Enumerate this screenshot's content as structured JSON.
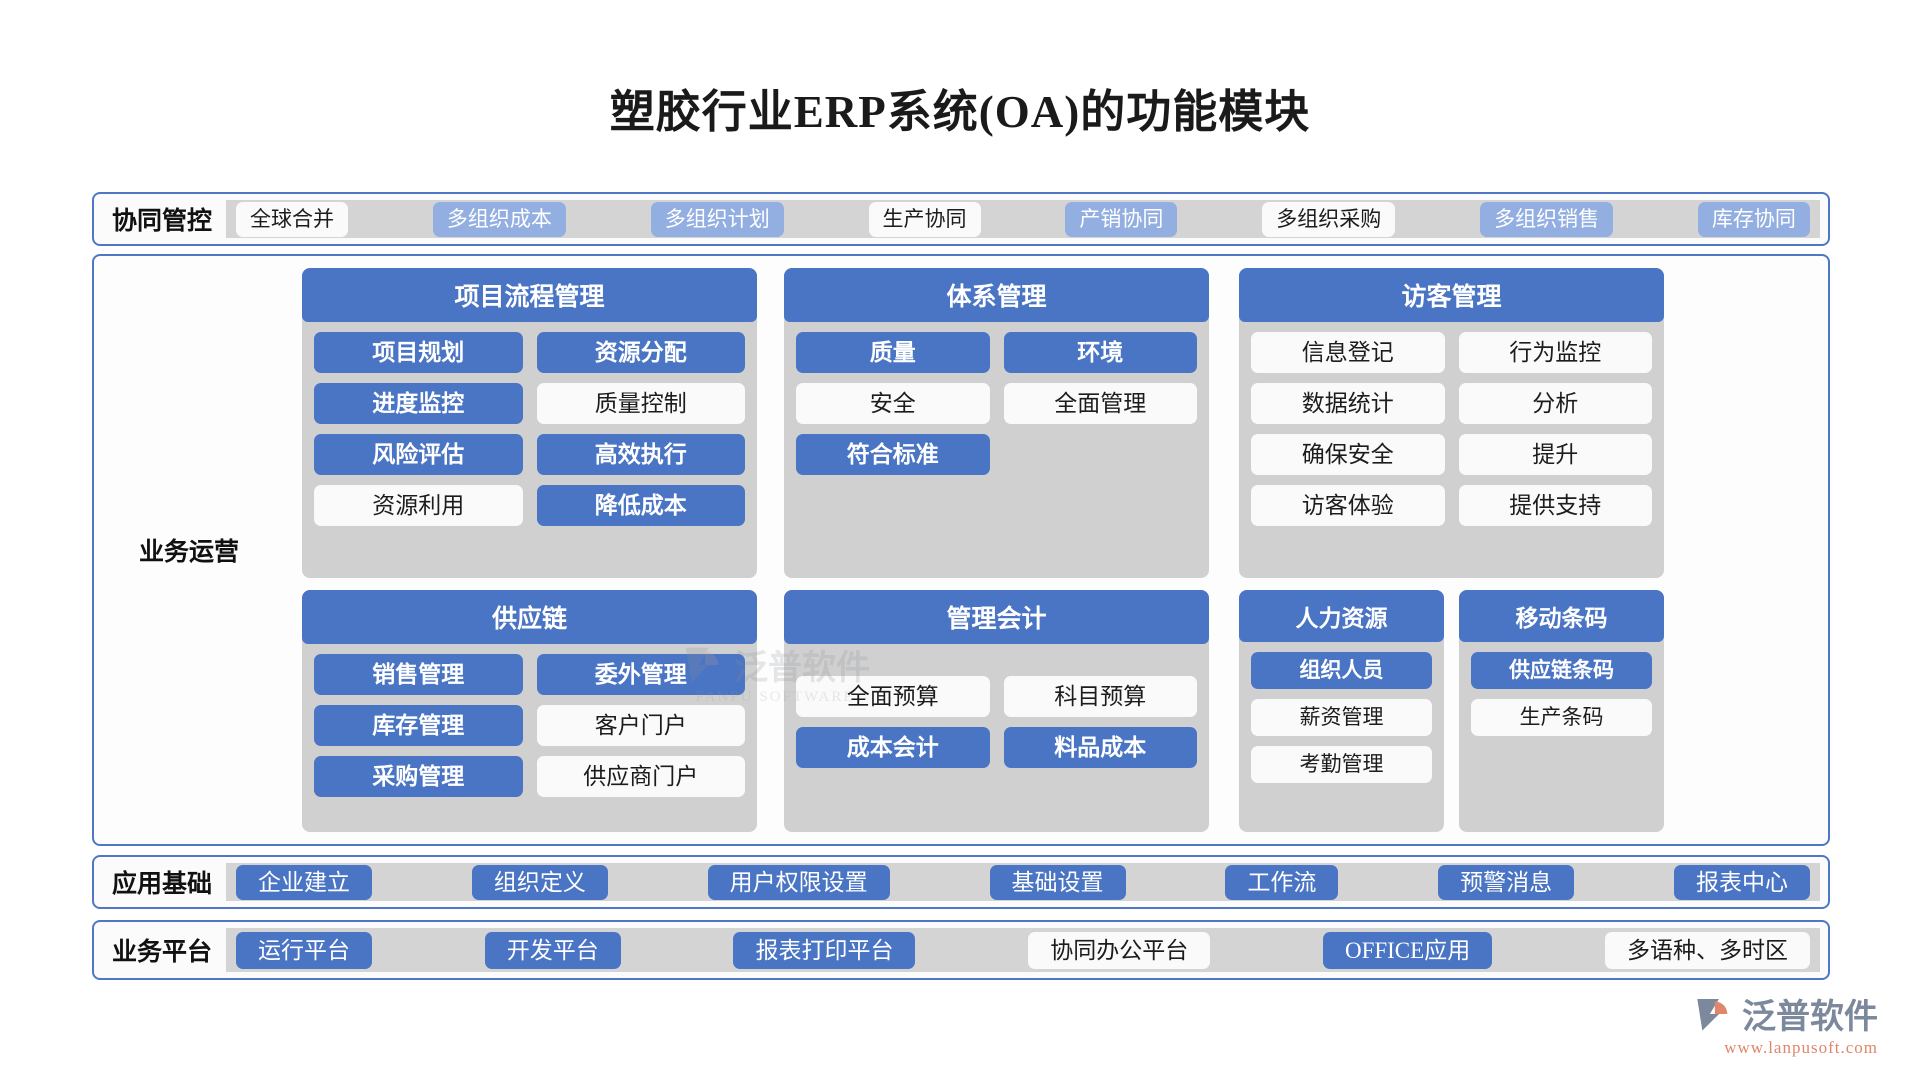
{
  "title": "塑胶行业ERP系统(OA)的功能模块",
  "colors": {
    "accent_blue": "#4a74c4",
    "soft_blue": "#93aee0",
    "strip_grey": "#d4d4d4",
    "card_grey": "#d0d0d0",
    "pill_light": "#fafafa",
    "border_blue": "#4f77c4"
  },
  "bands": {
    "collaboration": {
      "label": "协同管控",
      "items": [
        {
          "label": "全球合并",
          "style": "light"
        },
        {
          "label": "多组织成本",
          "style": "blue-soft"
        },
        {
          "label": "多组织计划",
          "style": "blue-soft"
        },
        {
          "label": "生产协同",
          "style": "light"
        },
        {
          "label": "产销协同",
          "style": "blue-soft"
        },
        {
          "label": "多组织采购",
          "style": "light"
        },
        {
          "label": "多组织销售",
          "style": "blue-soft"
        },
        {
          "label": "库存协同",
          "style": "blue-soft"
        }
      ]
    },
    "app_base": {
      "label": "应用基础",
      "items": [
        {
          "label": "企业建立",
          "style": "blue"
        },
        {
          "label": "组织定义",
          "style": "blue"
        },
        {
          "label": "用户权限设置",
          "style": "blue"
        },
        {
          "label": "基础设置",
          "style": "blue"
        },
        {
          "label": "工作流",
          "style": "blue"
        },
        {
          "label": "预警消息",
          "style": "blue"
        },
        {
          "label": "报表中心",
          "style": "blue"
        }
      ]
    },
    "platform": {
      "label": "业务平台",
      "items": [
        {
          "label": "运行平台",
          "style": "blue"
        },
        {
          "label": "开发平台",
          "style": "blue"
        },
        {
          "label": "报表打印平台",
          "style": "blue"
        },
        {
          "label": "协同办公平台",
          "style": "light"
        },
        {
          "label": "OFFICE应用",
          "style": "blue"
        },
        {
          "label": "多语种、多时区",
          "style": "light"
        }
      ]
    }
  },
  "operations": {
    "label": "业务运营",
    "modules": [
      {
        "id": "project",
        "title": "项目流程管理",
        "items": [
          {
            "label": "项目规划",
            "style": "blue"
          },
          {
            "label": "资源分配",
            "style": "blue"
          },
          {
            "label": "进度监控",
            "style": "blue"
          },
          {
            "label": "质量控制",
            "style": "light"
          },
          {
            "label": "风险评估",
            "style": "blue"
          },
          {
            "label": "高效执行",
            "style": "blue"
          },
          {
            "label": "资源利用",
            "style": "light"
          },
          {
            "label": "降低成本",
            "style": "blue"
          }
        ]
      },
      {
        "id": "system",
        "title": "体系管理",
        "items": [
          {
            "label": "质量",
            "style": "blue"
          },
          {
            "label": "环境",
            "style": "blue"
          },
          {
            "label": "安全",
            "style": "light"
          },
          {
            "label": "全面管理",
            "style": "light"
          },
          {
            "label": "符合标准",
            "style": "blue"
          }
        ]
      },
      {
        "id": "visitor",
        "title": "访客管理",
        "items": [
          {
            "label": "信息登记",
            "style": "light"
          },
          {
            "label": "行为监控",
            "style": "light"
          },
          {
            "label": "数据统计",
            "style": "light"
          },
          {
            "label": "分析",
            "style": "light"
          },
          {
            "label": "确保安全",
            "style": "light"
          },
          {
            "label": "提升",
            "style": "light"
          },
          {
            "label": "访客体验",
            "style": "light"
          },
          {
            "label": "提供支持",
            "style": "light"
          }
        ]
      },
      {
        "id": "supply",
        "title": "供应链",
        "items": [
          {
            "label": "销售管理",
            "style": "blue"
          },
          {
            "label": "委外管理",
            "style": "blue"
          },
          {
            "label": "库存管理",
            "style": "blue"
          },
          {
            "label": "客户门户",
            "style": "light"
          },
          {
            "label": "采购管理",
            "style": "blue"
          },
          {
            "label": "供应商门户",
            "style": "light"
          }
        ]
      },
      {
        "id": "account",
        "title": "管理会计",
        "items": [
          {
            "label": "全面预算",
            "style": "light"
          },
          {
            "label": "科目预算",
            "style": "light"
          },
          {
            "label": "成本会计",
            "style": "blue"
          },
          {
            "label": "料品成本",
            "style": "blue"
          }
        ]
      },
      {
        "id": "hr",
        "title": "人力资源",
        "items": [
          {
            "label": "组织人员",
            "style": "blue"
          },
          {
            "label": "薪资管理",
            "style": "light"
          },
          {
            "label": "考勤管理",
            "style": "light"
          }
        ]
      },
      {
        "id": "barcode",
        "title": "移动条码",
        "items": [
          {
            "label": "供应链条码",
            "style": "blue"
          },
          {
            "label": "生产条码",
            "style": "light"
          }
        ]
      }
    ]
  },
  "watermark": {
    "name": "泛普软件",
    "sub": "FANPU SOFTWARE"
  },
  "brand": {
    "name": "泛普软件",
    "url": "www.lanpusoft.com"
  }
}
